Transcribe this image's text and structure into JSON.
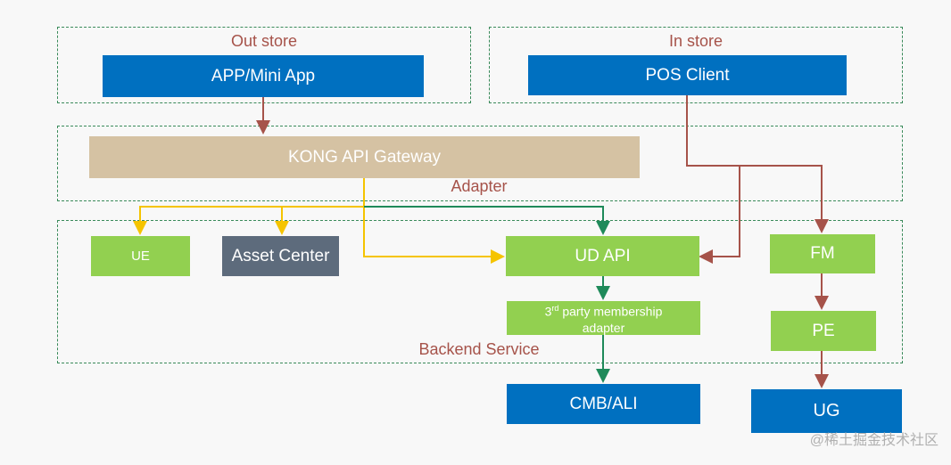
{
  "zones": {
    "out_store": "Out store",
    "in_store": "In store",
    "adapter": "Adapter",
    "backend": "Backend Service"
  },
  "nodes": {
    "app": "APP/Mini App",
    "pos": "POS Client",
    "kong": "KONG API Gateway",
    "ue": "UE",
    "asset": "Asset Center",
    "udapi": "UD API",
    "fm": "FM",
    "third_party_sup": "rd",
    "third_party_pre": "3",
    "third_party_rest": " party membership",
    "third_party_line2": "adapter",
    "pe": "PE",
    "cmb": "CMB/ALI",
    "ug": "UG"
  },
  "watermark": "@稀土掘金技术社区",
  "colors": {
    "blue": "#0070c0",
    "green": "#92d050",
    "tan": "#d5c2a3",
    "slate": "#5d6b7c",
    "label": "#a6534a",
    "arrow_red": "#a6534a",
    "arrow_yellow": "#f5c400",
    "arrow_green": "#1f8a5a"
  }
}
